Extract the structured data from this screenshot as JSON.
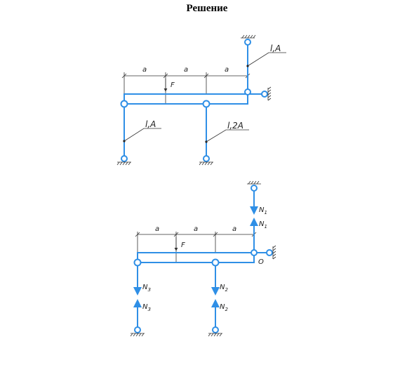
{
  "title": "Решение",
  "top": {
    "dim_labels": [
      "a",
      "a",
      "a"
    ],
    "force_label": "F",
    "rod_labels": [
      "l,A",
      "l,A",
      "l,2A"
    ]
  },
  "bottom": {
    "dim_labels": [
      "a",
      "a",
      "a"
    ],
    "force_label": "F",
    "point_label": "O",
    "force_N": "N",
    "sub_1": "1",
    "sub_2": "2",
    "sub_3": "3"
  }
}
